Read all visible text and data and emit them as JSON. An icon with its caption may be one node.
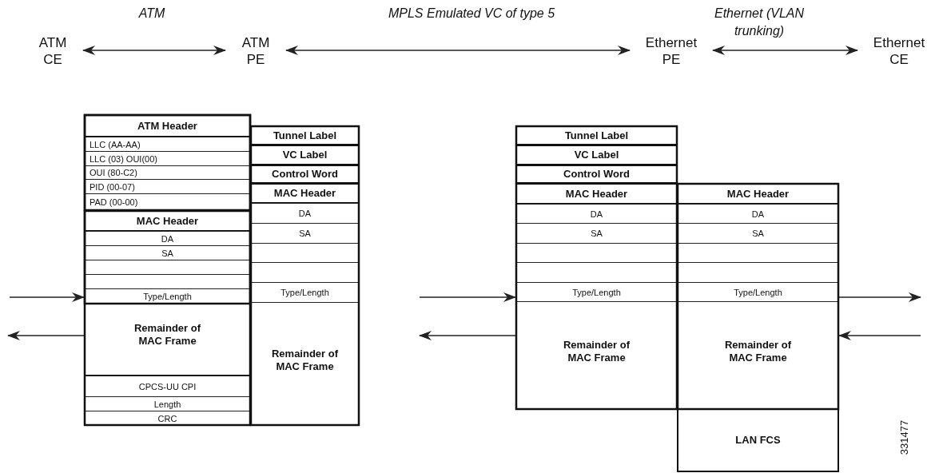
{
  "diagram": {
    "nodes": [
      {
        "text": [
          "ATM CE"
        ]
      },
      {
        "text": [
          "ATM PE"
        ]
      },
      {
        "text": [
          "Ethernet PE"
        ]
      },
      {
        "text": [
          "Ethernet CE"
        ]
      },
      {
        "text": [
          "ATM Header"
        ]
      },
      {
        "text": [
          "LLC (AA-AA)"
        ]
      },
      {
        "text": [
          "LLC (03) OUI(00)"
        ]
      },
      {
        "text": [
          "OUI (80-C2)"
        ]
      },
      {
        "text": [
          "PID (00-07)"
        ]
      },
      {
        "text": [
          "PAD (00-00)"
        ]
      },
      {
        "text": [
          "MAC Header"
        ]
      },
      {
        "text": [
          "DA"
        ]
      },
      {
        "text": [
          "SA"
        ]
      },
      {
        "text": [
          "Type/Length"
        ]
      },
      {
        "text": [
          "Remainder of MAC Frame"
        ]
      },
      {
        "text": [
          "CPCS-UU CPI"
        ]
      },
      {
        "text": [
          "Length"
        ]
      },
      {
        "text": [
          "CRC"
        ]
      },
      {
        "text": [
          "Tunnel Label"
        ]
      },
      {
        "text": [
          "VC Label"
        ]
      },
      {
        "text": [
          "Control Word"
        ]
      },
      {
        "text": [
          "MAC Header"
        ]
      },
      {
        "text": [
          "DA"
        ]
      },
      {
        "text": [
          "SA"
        ]
      },
      {
        "text": [
          "Type/Length"
        ]
      },
      {
        "text": [
          "Remainder of MAC Frame"
        ]
      },
      {
        "text": [
          "Tunnel Label"
        ]
      },
      {
        "text": [
          "VC Label"
        ]
      },
      {
        "text": [
          "Control Word"
        ]
      },
      {
        "text": [
          "MAC Header"
        ]
      },
      {
        "text": [
          "DA"
        ]
      },
      {
        "text": [
          "SA"
        ]
      },
      {
        "text": [
          "Type/Length"
        ]
      },
      {
        "text": [
          "Remainder of MAC Frame"
        ]
      },
      {
        "text": [
          "MAC Header"
        ]
      },
      {
        "text": [
          "DA"
        ]
      },
      {
        "text": [
          "SA"
        ]
      },
      {
        "text": [
          "Type/Length"
        ]
      },
      {
        "text": [
          "Remainder of MAC Frame"
        ]
      },
      {
        "text": [
          "LAN FCS"
        ]
      }
    ],
    "edges": [
      {
        "from": 0,
        "to": 1,
        "arrow": "both",
        "label": "ATM"
      },
      {
        "from": 1,
        "to": 2,
        "arrow": "both",
        "label": "MPLS Emulated VC of type 5"
      },
      {
        "from": 2,
        "to": 3,
        "arrow": "both",
        "label": "Ethernet (VLAN trunking)"
      },
      {
        "from": null,
        "to": 13,
        "arrow": "to"
      },
      {
        "from": 14,
        "to": null,
        "arrow": "to"
      },
      {
        "from": null,
        "to": 32,
        "arrow": "to"
      },
      {
        "from": 33,
        "to": null,
        "arrow": "to"
      },
      {
        "from": 37,
        "to": null,
        "arrow": "to"
      },
      {
        "from": null,
        "to": 38,
        "arrow": "to"
      }
    ],
    "labels": [
      "331477"
    ]
  }
}
